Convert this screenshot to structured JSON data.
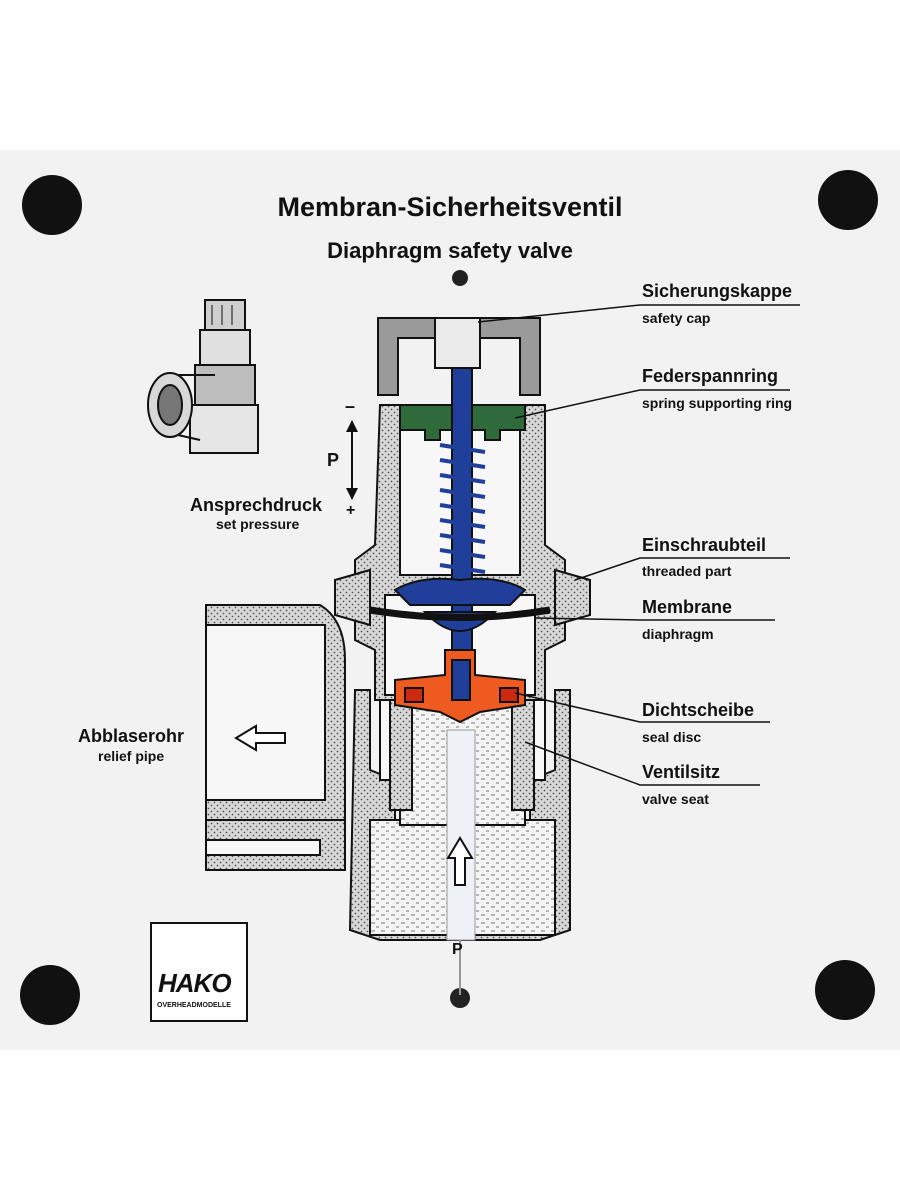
{
  "title": {
    "german": "Membran-Sicherheitsventil",
    "english": "Diaphragm safety valve"
  },
  "labels": [
    {
      "german": "Sicherungskappe",
      "english": "safety cap"
    },
    {
      "german": "Federspannring",
      "english": "spring supporting ring"
    },
    {
      "german": "Einschraubteil",
      "english": "threaded part"
    },
    {
      "german": "Membrane",
      "english": "diaphragm"
    },
    {
      "german": "Dichtscheibe",
      "english": "seal disc"
    },
    {
      "german": "Ventilsitz",
      "english": "valve seat"
    }
  ],
  "set_pressure": {
    "german": "Ansprechdruck",
    "english": "set pressure",
    "symbol": "P",
    "minus": "–",
    "plus": "+"
  },
  "relief_pipe": {
    "german": "Abblaserohr",
    "english": "relief pipe"
  },
  "inlet_pressure_symbol": "P",
  "logo": {
    "name": "HAKO",
    "subtitle": "OVERHEADMODELLE"
  },
  "colors": {
    "panel": "#f2f2f2",
    "safety_cap_gray": "#9a9a9a",
    "spring_supporting_ring": "#2f6b3a",
    "spring_and_stem": "#1f3f9a",
    "seal_disc": "#ee5a20",
    "outline": "#111111"
  }
}
